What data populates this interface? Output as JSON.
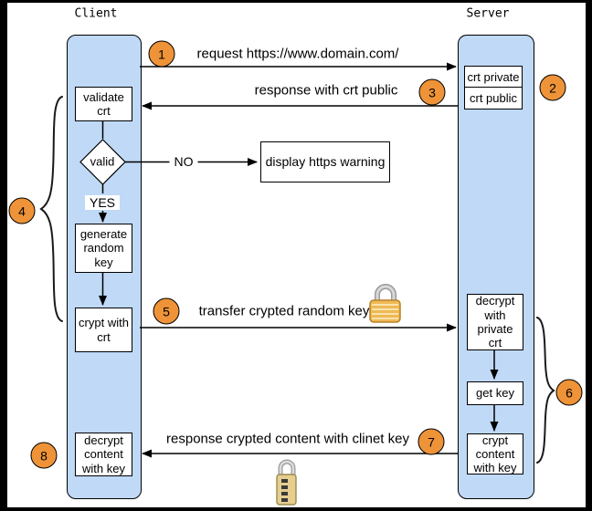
{
  "colors": {
    "lane_fill": "#BFD9F7",
    "step_fill": "#EE9338",
    "lock_gold": "#EFB954",
    "lock_silver": "#C9C9C9"
  },
  "header": {
    "client": "Client",
    "server": "Server"
  },
  "client": {
    "validate": "validate\ncrt",
    "valid": "valid",
    "yes": "YES",
    "no": "NO",
    "warning": "display https warning",
    "generate": "generate\nrandom\nkey",
    "crypt_with_crt": "crypt with\ncrt",
    "decrypt_content": "decrypt\ncontent\nwith key"
  },
  "server": {
    "crt_private": "crt private",
    "crt_public": "crt public",
    "decrypt_private": "decrypt\nwith\nprivate\ncrt",
    "get_key": "get key",
    "crypt_content": "crypt\ncontent\nwith key"
  },
  "messages": {
    "request": "request https://www.domain.com/",
    "response_public": "response with crt public",
    "transfer_key": "transfer crypted random key",
    "response_content": "response crypted content with clinet key"
  },
  "steps": {
    "s1": "1",
    "s2": "2",
    "s3": "3",
    "s4": "4",
    "s5": "5",
    "s6": "6",
    "s7": "7",
    "s8": "8"
  },
  "icons": {
    "transfer_lock": "closed-padlock-icon",
    "content_lock": "combination-padlock-icon"
  }
}
